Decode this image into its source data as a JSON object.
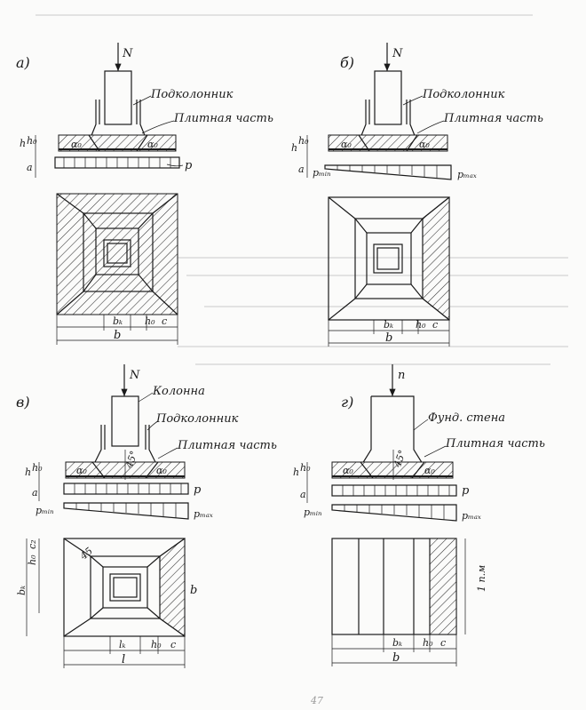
{
  "panels": {
    "a": {
      "letter": "а)",
      "load": "N",
      "pillar": "Подколонник",
      "slab": "Плитная часть",
      "dim_h": "h",
      "dim_h0": "h₀",
      "dim_a": "a",
      "alpha": "α₀",
      "pressure": "p",
      "dim_bk": "bₖ",
      "dim_h0c": "h₀",
      "dim_c": "c",
      "dim_b": "b"
    },
    "b": {
      "letter": "б)",
      "load": "N",
      "pillar": "Подколонник",
      "slab": "Плитная часть",
      "dim_h": "h",
      "dim_h0": "h₀",
      "dim_a": "a",
      "alpha": "α₀",
      "pmin": "pₘᵢₙ",
      "pmax": "pₘₐₓ",
      "dim_bk": "bₖ",
      "dim_h0c": "h₀",
      "dim_c": "c",
      "dim_b": "b"
    },
    "v": {
      "letter": "в)",
      "load": "N",
      "column": "Колонна",
      "pillar": "Подколонник",
      "slab": "Плитная часть",
      "angle": "45°",
      "angle2": "45",
      "dim_h": "h",
      "dim_h0": "h₀",
      "dim_a": "a",
      "alpha": "α₀",
      "pressure": "p",
      "pmin": "pₘᵢₙ",
      "pmax": "pₘₐₓ",
      "dim_h0s": "h₀",
      "dim_c2": "c₂",
      "dim_bk": "bₖ",
      "dim_bside": "b",
      "dim_lk": "lₖ",
      "dim_h0c": "h₀",
      "dim_c": "c",
      "dim_l": "l"
    },
    "g": {
      "letter": "г)",
      "load": "n",
      "wall": "Фунд. стена",
      "slab": "Плитная часть",
      "angle": "45°",
      "dim_h": "h",
      "dim_h0": "h₀",
      "dim_a": "a",
      "alpha": "α₀",
      "pressure": "p",
      "pmin": "pₘᵢₙ",
      "pmax": "pₘₐₓ",
      "dim_len": "1 п.м",
      "dim_bk": "bₖ",
      "dim_h0c": "h₀",
      "dim_c": "c",
      "dim_b": "b"
    }
  },
  "page_number": "47"
}
